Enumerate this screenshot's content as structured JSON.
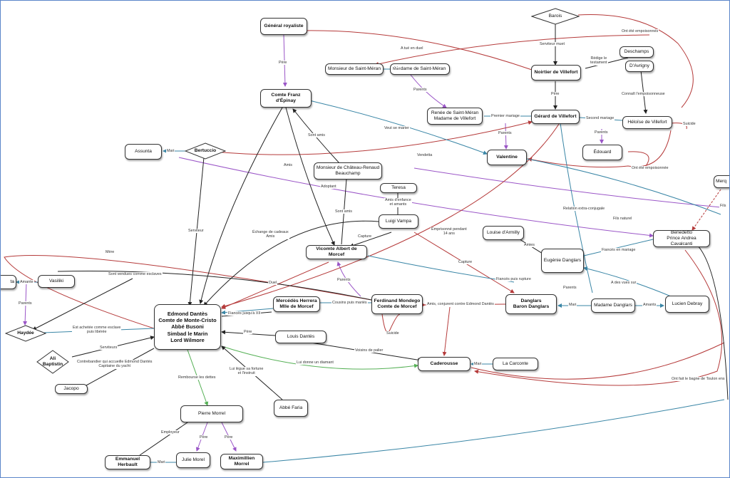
{
  "nodes": {
    "general_quesnel": "Général royaliste",
    "barois": "Barois",
    "deschamps": "Deschamps",
    "davrigny": "D'Avrigny",
    "m_saint_meran": "Monsieur de Saint-Méran",
    "mme_saint_meran": "Madame de Saint-Méran",
    "noirtier": "Noirtier de Villefort",
    "franz": "Comte Franz d'Épinay",
    "renee": "Renée de Saint-Méran\nMadame de Villefort",
    "gerard": "Gérard de Villefort",
    "heloise": "Héloïse de Villefort",
    "assunta": "Assunta",
    "bertuccio": "Bertuccio",
    "chateau_renaud": "Monsieur de Château-Renaud\nBeauchamp",
    "valentine": "Valentine",
    "edouard": "Édouard",
    "merq": "Merq",
    "teresa": "Teresa",
    "luigi": "Luigi Vampa",
    "louise": "Louise d'Armilly",
    "benedetto": "Benedetto\nPrince Andrea Cavalcanti",
    "albert": "Vicomte Albert de Morcef",
    "eugenie": "Eugénie Danglars",
    "vasiliki": "Vasiliki",
    "ta": "ta",
    "edmond": "Edmond Dantès\nComte de Monte-Cristo\nAbbé Busoni\nSimbad le Marin\nLord Wilmore",
    "mercedes": "Mercédès Herrera\nMlle de Morcef",
    "fernand": "Ferdinand Mondego\nComte de Morcef",
    "danglars": "Danglars\nBaron Danglars",
    "mme_danglars": "Madame Danglars",
    "lucien": "Lucien Debray",
    "haydee": "Haydée",
    "louis_dantes": "Louis Dantès",
    "ali": "Ali\nBaptistin",
    "caderousse": "Caderousse",
    "carconte": "La Carconte",
    "jacopo": "Jacopo",
    "faria": "Abbé Faria",
    "pierre": "Pierre Morrel",
    "emmanuel": "Emmanuel Herbault",
    "julie": "Julie Morel",
    "maximilien": "Maximillien Morrel"
  },
  "labels": {
    "pere1": "Père",
    "tue_duel": "A tué en duel",
    "serviteur_muet": "Serviteur muet",
    "ont_empoisonnes": "Ont été empoisonnés",
    "redige": "Rédige le\ntestament",
    "mari1": "Mari",
    "parents1": "Parents",
    "pere2": "Père",
    "connait": "Connaît l'empoisonneuse",
    "premier_mariage": "Premier mariage",
    "second_mariage": "Second mariage",
    "suicide1": "Suicide",
    "parents2": "Parents",
    "sont_amis": "Sont amis",
    "veut_marier": "Veut se marier",
    "mari2": "Mari",
    "vendetta": "Vendetta",
    "ont_empoisonnee": "Ont été empoisonnée",
    "amis_enfance": "Amis d'enfance\net amants",
    "adoptant": "Adoptant",
    "relation": "Relation extra-conjugale",
    "fils_naturel": "Fils naturel",
    "ami": "Amis",
    "sont_amis2": "Sont amis",
    "serviteur": "Serviteur",
    "echange": "Échange de cadeaux\nAmis",
    "capture1": "Capture",
    "emprisonne": "Emprisonné pendant\n14 ans",
    "amies": "Amies",
    "fiances_mariage": "Fiancés en mariage",
    "mere": "Mère",
    "sont_vendues": "Sont vendues comme esclaves",
    "amante": "Amante",
    "parents3": "Parents",
    "capture2": "Capture",
    "fiances_rupture": "Fiancés puis rupture",
    "a_des_vues": "A des vues sur",
    "duel": "Duel",
    "parents4": "Parents",
    "parents5": "Parents",
    "mari3": "Mari",
    "amants": "Amants",
    "fiances_xii": "Fiancés jusqu'à XII",
    "cousins_mari": "Cousins puis mariés",
    "amis_conjurent": "Amis, conjurent contre Edmond Dantès",
    "achetee": "Est achetée comme esclave\npuis libérée",
    "suicide2": "Suicide",
    "pere3": "Père",
    "serviteurs": "Serviteurs",
    "contrebandier": "Contrebandier qui accueille Edmond Dantès\nCapitaine du yacht",
    "voisins": "Voisins de palier",
    "donne_diamant": "Lui donne un diamant",
    "mari4": "Mari",
    "bagne": "Ont fait le bagne de Toulon ens",
    "rembourse": "Rembourse les dettes",
    "legue": "Lui lègue sa fortune\net l'instruit",
    "employeur": "Employeur",
    "pere4": "Père",
    "pere5": "Père",
    "mari5": "Mari",
    "fils_trunc": "Fils"
  },
  "colors": {
    "purple": "#9a55c7",
    "red": "#b53a3a",
    "teal": "#3a86a6",
    "green": "#55b055",
    "black": "#222222"
  }
}
